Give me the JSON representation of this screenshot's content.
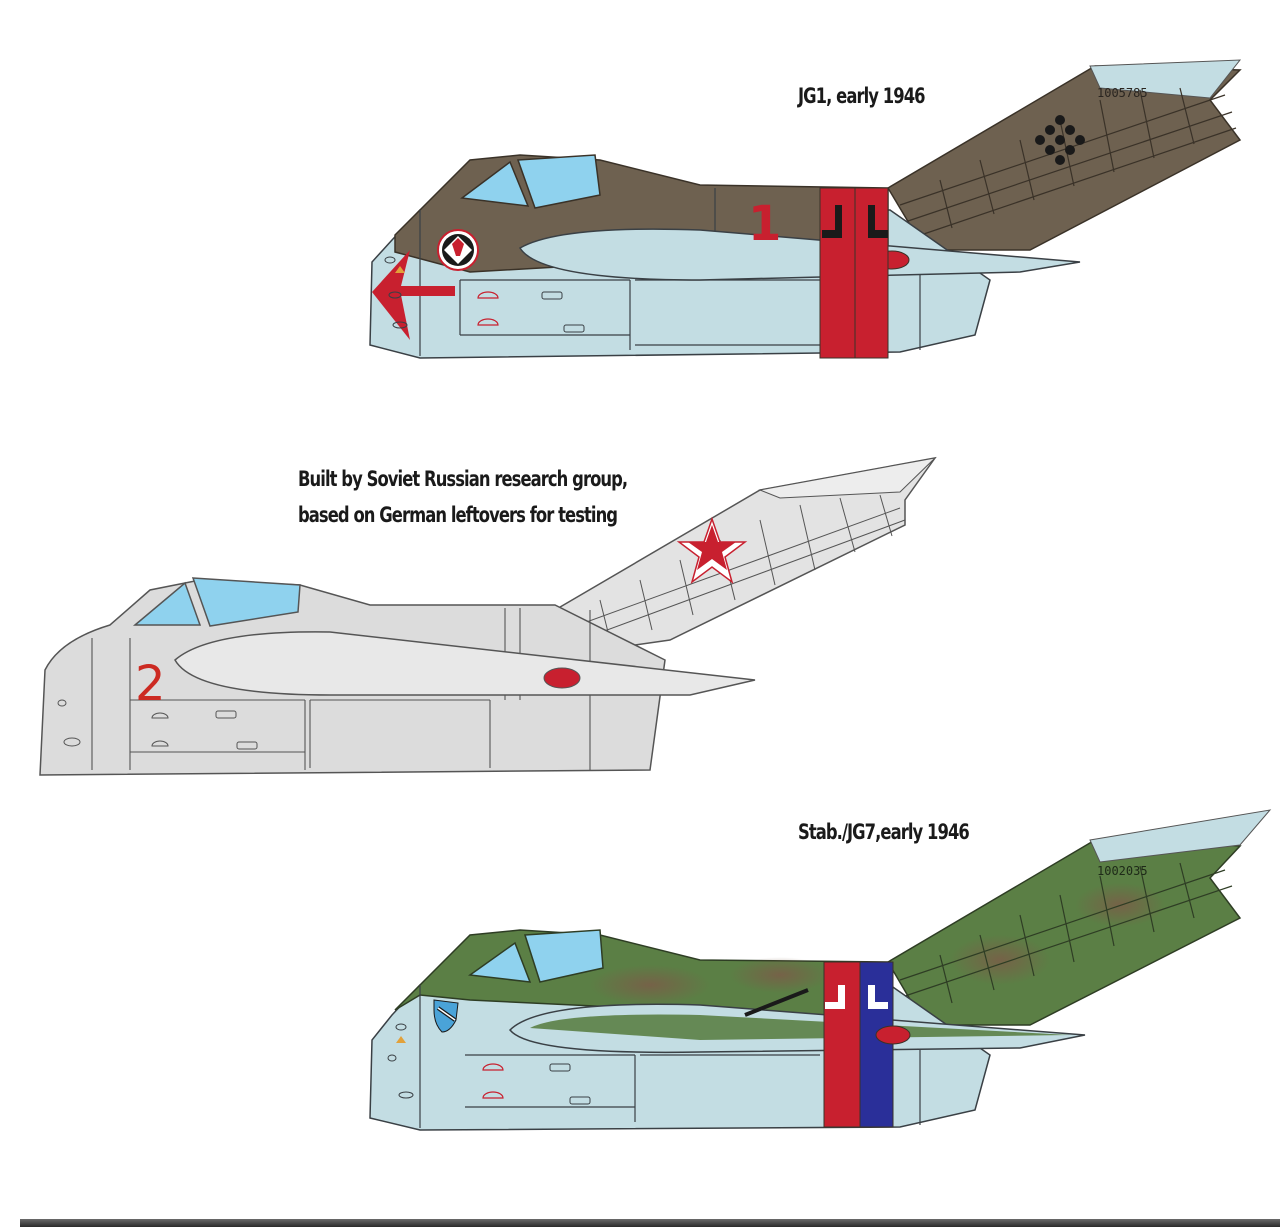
{
  "sheet": {
    "profiles": [
      {
        "caption": "JG1, early 1946",
        "fuselage_number": "1",
        "serial": "1005785",
        "colors": {
          "upper": "#6e6150",
          "lower": "#c3dde3",
          "band": "#c8202f",
          "canopy": "#8fd2ee"
        },
        "markings": [
          "balkenkreuz",
          "swastika-tail-dots",
          "unit-emblem-circle",
          "red-arrow-nose"
        ]
      },
      {
        "caption_lines": [
          "Built by Soviet Russian research group,",
          "based on German leftovers for testing"
        ],
        "fuselage_number": "2",
        "colors": {
          "upper": "#d8d8d8",
          "lower": "#e6e6e6",
          "number": "#cc2a22",
          "canopy": "#8fd2ee"
        },
        "markings": [
          "red-star"
        ]
      },
      {
        "caption": "Stab./JG7,early 1946",
        "serial": "1002035",
        "colors": {
          "upper": "#5b7f45",
          "mottle": "#7a5d48",
          "lower": "#c3dde3",
          "band_red": "#c8202f",
          "band_blue": "#2a2f99",
          "canopy": "#8fd2ee"
        },
        "markings": [
          "balkenkreuz-white",
          "unit-shield-blue"
        ]
      }
    ]
  }
}
